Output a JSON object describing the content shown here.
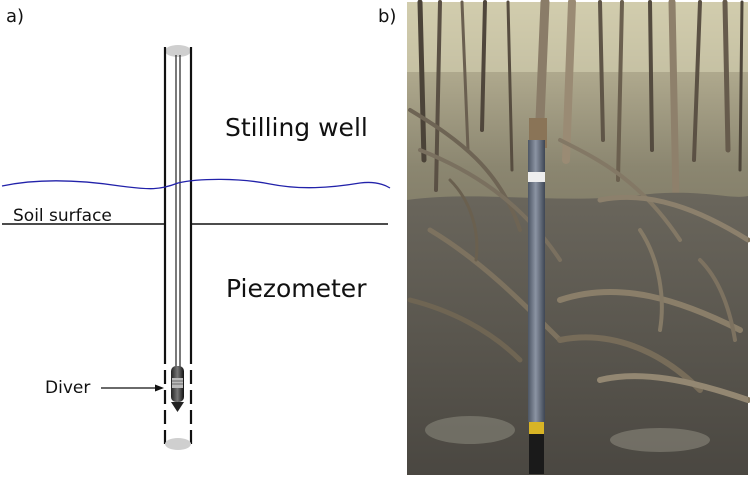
{
  "panel_a": {
    "label": "a)",
    "stilling_well_label": "Stilling well",
    "soil_surface_label": "Soil surface",
    "piezometer_label": "Piezometer",
    "diver_label": "Diver",
    "water_color": "#2222aa",
    "line_color": "#111111"
  },
  "panel_b": {
    "label": "b)",
    "photo_subject": "grey PVC piezometer pipe with black and yellow tape, standing in mangrove mud among aerial roots"
  }
}
